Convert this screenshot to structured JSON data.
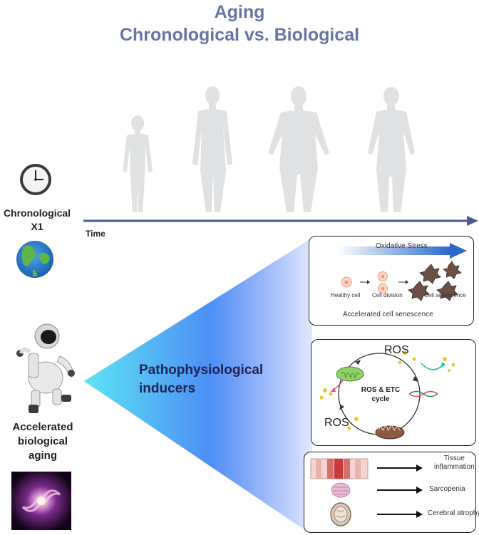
{
  "title": {
    "line1": "Aging",
    "line2": "Chronological vs. Biological"
  },
  "timeline": {
    "chronological": "Chronological",
    "factor": "X1",
    "time": "Time"
  },
  "accelerated": {
    "line1": "Accelerated",
    "line2": "biological",
    "line3": "aging"
  },
  "inducers": {
    "line1": "Pathophysiological",
    "line2": "inducers"
  },
  "box1": {
    "oxidative_stress": "Oxidative Stress",
    "healthy_cell": "Healthy cell",
    "cell_division": "Cell division",
    "cell_senescence": "Cell senescence",
    "caption": "Accelerated cell senescence"
  },
  "box2": {
    "ros_top": "ROS",
    "ros_bottom": "ROS",
    "center_line1": "ROS & ETC",
    "center_line2": "cycle"
  },
  "box3": {
    "tissue_line1": "Tissue",
    "tissue_line2": "inflammation",
    "sarcopenia": "Sarcopenia",
    "cerebral_atrophy": "Cerebral atrophy"
  },
  "colors": {
    "title": "#6a74a6",
    "axis": "#4a5a9a",
    "cone_start": "#5de4f4",
    "cone_end": "#3f6df5",
    "silhouette": "#dfe1e3"
  }
}
